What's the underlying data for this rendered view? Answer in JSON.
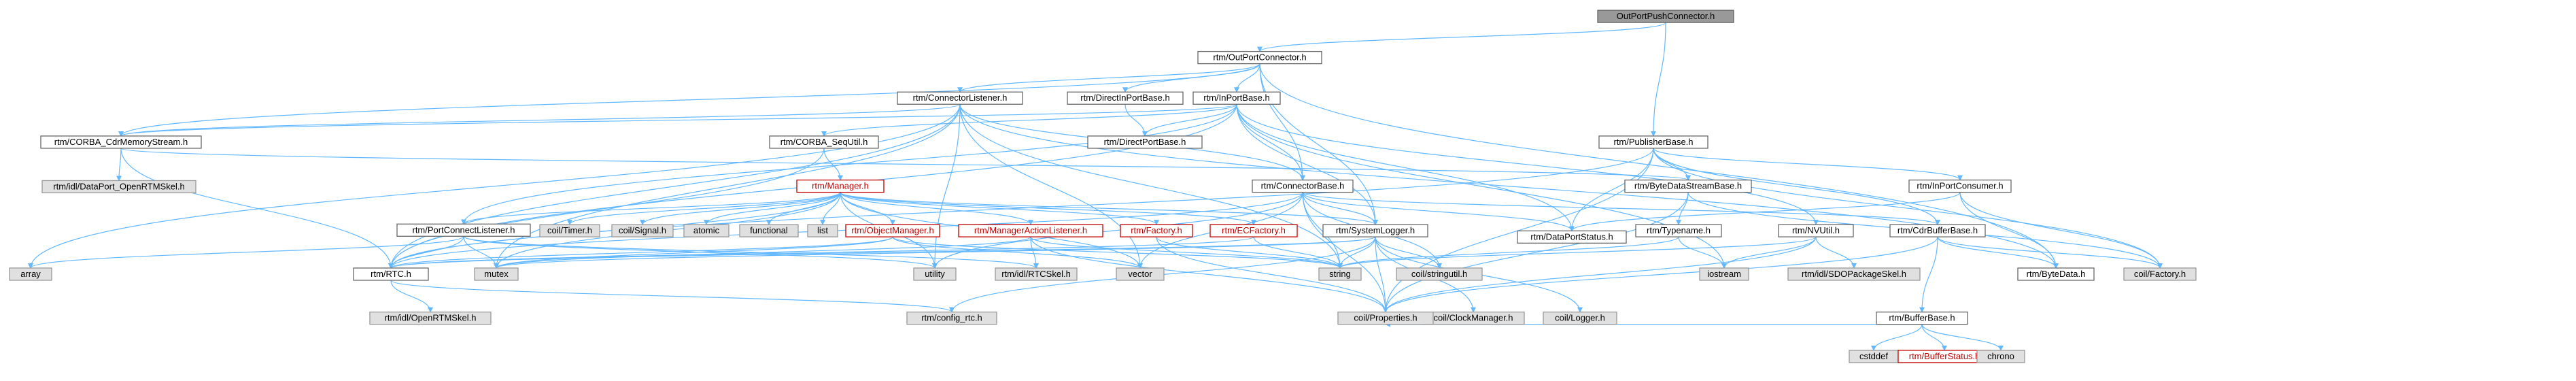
{
  "nodes": [
    {
      "id": "root",
      "label": "OutPortPushConnector.h",
      "style": "root"
    },
    {
      "id": "outportconnector",
      "label": "rtm/OutPortConnector.h",
      "style": "file"
    },
    {
      "id": "publisherbase",
      "label": "rtm/PublisherBase.h",
      "style": "file"
    },
    {
      "id": "connectorlistener",
      "label": "rtm/ConnectorListener.h",
      "style": "file"
    },
    {
      "id": "directinportbase",
      "label": "rtm/DirectInPortBase.h",
      "style": "file"
    },
    {
      "id": "inportbase",
      "label": "rtm/InPortBase.h",
      "style": "file"
    },
    {
      "id": "inportconsumer",
      "label": "rtm/InPortConsumer.h",
      "style": "file"
    },
    {
      "id": "cdrmemstream",
      "label": "rtm/CORBA_CdrMemoryStream.h",
      "style": "file"
    },
    {
      "id": "corbasequtil",
      "label": "rtm/CORBA_SeqUtil.h",
      "style": "file"
    },
    {
      "id": "directportbase",
      "label": "rtm/DirectPortBase.h",
      "style": "file"
    },
    {
      "id": "dataportskel",
      "label": "rtm/idl/DataPort_OpenRTMSkel.h",
      "style": "sys"
    },
    {
      "id": "manager",
      "label": "rtm/Manager.h",
      "style": "red"
    },
    {
      "id": "connectorbase",
      "label": "rtm/ConnectorBase.h",
      "style": "file"
    },
    {
      "id": "bytedatastreambase",
      "label": "rtm/ByteDataStreamBase.h",
      "style": "file"
    },
    {
      "id": "portconnectlistener",
      "label": "rtm/PortConnectListener.h",
      "style": "file"
    },
    {
      "id": "coiltimer",
      "label": "coil/Timer.h",
      "style": "sys"
    },
    {
      "id": "coilsignal",
      "label": "coil/Signal.h",
      "style": "sys"
    },
    {
      "id": "atomic",
      "label": "atomic",
      "style": "sys"
    },
    {
      "id": "functional",
      "label": "functional",
      "style": "sys"
    },
    {
      "id": "list",
      "label": "list",
      "style": "sys"
    },
    {
      "id": "objectmanager",
      "label": "rtm/ObjectManager.h",
      "style": "red"
    },
    {
      "id": "manageractionlistener",
      "label": "rtm/ManagerActionListener.h",
      "style": "red"
    },
    {
      "id": "factory",
      "label": "rtm/Factory.h",
      "style": "red"
    },
    {
      "id": "ecfactory",
      "label": "rtm/ECFactory.h",
      "style": "red"
    },
    {
      "id": "systemlogger",
      "label": "rtm/SystemLogger.h",
      "style": "file"
    },
    {
      "id": "dataportstatus",
      "label": "rtm/DataPortStatus.h",
      "style": "file"
    },
    {
      "id": "typename",
      "label": "rtm/Typename.h",
      "style": "file"
    },
    {
      "id": "nvutil",
      "label": "rtm/NVUtil.h",
      "style": "file"
    },
    {
      "id": "cdrbufferbase",
      "label": "rtm/CdrBufferBase.h",
      "style": "file"
    },
    {
      "id": "array",
      "label": "array",
      "style": "sys"
    },
    {
      "id": "rtmrtc",
      "label": "rtm/RTC.h",
      "style": "file"
    },
    {
      "id": "mutex",
      "label": "mutex",
      "style": "sys"
    },
    {
      "id": "utility",
      "label": "utility",
      "style": "sys"
    },
    {
      "id": "rtcskel",
      "label": "rtm/idl/RTCSkel.h",
      "style": "sys"
    },
    {
      "id": "vector",
      "label": "vector",
      "style": "sys"
    },
    {
      "id": "string",
      "label": "string",
      "style": "sys"
    },
    {
      "id": "coilstringutil",
      "label": "coil/stringutil.h",
      "style": "sys"
    },
    {
      "id": "iostream",
      "label": "iostream",
      "style": "sys"
    },
    {
      "id": "sdopackageskel",
      "label": "rtm/idl/SDOPackageSkel.h",
      "style": "sys"
    },
    {
      "id": "bytedata",
      "label": "rtm/ByteData.h",
      "style": "file"
    },
    {
      "id": "coilfactory",
      "label": "coil/Factory.h",
      "style": "sys"
    },
    {
      "id": "coilclockmanager",
      "label": "coil/ClockManager.h",
      "style": "sys"
    },
    {
      "id": "coillogger",
      "label": "coil/Logger.h",
      "style": "sys"
    },
    {
      "id": "bufferbase",
      "label": "rtm/BufferBase.h",
      "style": "file"
    },
    {
      "id": "openrtmskel",
      "label": "rtm/idl/OpenRTMSkel.h",
      "style": "sys"
    },
    {
      "id": "configrtc",
      "label": "rtm/config_rtc.h",
      "style": "sys"
    },
    {
      "id": "coilproperties",
      "label": "coil/Properties.h",
      "style": "sys"
    },
    {
      "id": "cstddef",
      "label": "cstddef",
      "style": "sys"
    },
    {
      "id": "bufferstatus",
      "label": "rtm/BufferStatus.h",
      "style": "red"
    },
    {
      "id": "chrono",
      "label": "chrono",
      "style": "sys"
    }
  ],
  "edges": [
    [
      "root",
      "outportconnector"
    ],
    [
      "root",
      "publisherbase"
    ],
    [
      "outportconnector",
      "connectorlistener"
    ],
    [
      "outportconnector",
      "directinportbase"
    ],
    [
      "outportconnector",
      "inportbase"
    ],
    [
      "outportconnector",
      "connectorbase"
    ],
    [
      "outportconnector",
      "systemlogger"
    ],
    [
      "outportconnector",
      "bytedata"
    ],
    [
      "outportconnector",
      "cdrmemstream"
    ],
    [
      "publisherbase",
      "inportconsumer"
    ],
    [
      "publisherbase",
      "bytedatastreambase"
    ],
    [
      "publisherbase",
      "dataportstatus"
    ],
    [
      "publisherbase",
      "cdrbufferbase"
    ],
    [
      "publisherbase",
      "coilproperties"
    ],
    [
      "publisherbase",
      "coilfactory"
    ],
    [
      "publisherbase",
      "rtmrtc"
    ],
    [
      "inportconsumer",
      "dataportstatus"
    ],
    [
      "inportconsumer",
      "bytedata"
    ],
    [
      "inportconsumer",
      "coilfactory"
    ],
    [
      "connectorlistener",
      "cdrmemstream"
    ],
    [
      "connectorlistener",
      "connectorbase"
    ],
    [
      "connectorlistener",
      "rtmrtc"
    ],
    [
      "connectorlistener",
      "mutex"
    ],
    [
      "connectorlistener",
      "utility"
    ],
    [
      "connectorlistener",
      "vector"
    ],
    [
      "connectorlistener",
      "string"
    ],
    [
      "connectorlistener",
      "array"
    ],
    [
      "connectorlistener",
      "bytedata"
    ],
    [
      "directinportbase",
      "directportbase"
    ],
    [
      "inportbase",
      "directportbase"
    ],
    [
      "inportbase",
      "corbasequtil"
    ],
    [
      "inportbase",
      "connectorbase"
    ],
    [
      "inportbase",
      "systemlogger"
    ],
    [
      "inportbase",
      "portconnectlistener"
    ],
    [
      "inportbase",
      "nvutil"
    ],
    [
      "inportbase",
      "cdrmemstream"
    ],
    [
      "inportbase",
      "rtmrtc"
    ],
    [
      "inportbase",
      "dataportstatus"
    ],
    [
      "inportbase",
      "iostream"
    ],
    [
      "cdrmemstream",
      "dataportskel"
    ],
    [
      "cdrmemstream",
      "bytedatastreambase"
    ],
    [
      "cdrmemstream",
      "rtmrtc"
    ],
    [
      "corbasequtil",
      "manager"
    ],
    [
      "corbasequtil",
      "rtmrtc"
    ],
    [
      "manager",
      "coiltimer"
    ],
    [
      "manager",
      "coilsignal"
    ],
    [
      "manager",
      "atomic"
    ],
    [
      "manager",
      "functional"
    ],
    [
      "manager",
      "list"
    ],
    [
      "manager",
      "objectmanager"
    ],
    [
      "manager",
      "manageractionlistener"
    ],
    [
      "manager",
      "factory"
    ],
    [
      "manager",
      "ecfactory"
    ],
    [
      "manager",
      "systemlogger"
    ],
    [
      "manager",
      "rtmrtc"
    ],
    [
      "manager",
      "mutex"
    ],
    [
      "manager",
      "vector"
    ],
    [
      "manager",
      "utility"
    ],
    [
      "manager",
      "portconnectlistener"
    ],
    [
      "connectorbase",
      "dataportstatus"
    ],
    [
      "connectorbase",
      "systemlogger"
    ],
    [
      "connectorbase",
      "cdrbufferbase"
    ],
    [
      "connectorbase",
      "coilproperties"
    ],
    [
      "connectorbase",
      "string"
    ],
    [
      "connectorbase",
      "vector"
    ],
    [
      "connectorbase",
      "coilstringutil"
    ],
    [
      "connectorbase",
      "rtmrtc"
    ],
    [
      "connectorbase",
      "utility"
    ],
    [
      "bytedatastreambase",
      "typename"
    ],
    [
      "bytedatastreambase",
      "coilproperties"
    ],
    [
      "bytedatastreambase",
      "coilfactory"
    ],
    [
      "portconnectlistener",
      "rtmrtc"
    ],
    [
      "portconnectlistener",
      "mutex"
    ],
    [
      "portconnectlistener",
      "array"
    ],
    [
      "portconnectlistener",
      "utility"
    ],
    [
      "portconnectlistener",
      "rtcskel"
    ],
    [
      "objectmanager",
      "mutex"
    ],
    [
      "objectmanager",
      "vector"
    ],
    [
      "objectmanager",
      "string"
    ],
    [
      "objectmanager",
      "rtmrtc"
    ],
    [
      "manageractionlistener",
      "rtcskel"
    ],
    [
      "manageractionlistener",
      "coilproperties"
    ],
    [
      "manageractionlistener",
      "mutex"
    ],
    [
      "manageractionlistener",
      "string"
    ],
    [
      "factory",
      "coilproperties"
    ],
    [
      "factory",
      "string"
    ],
    [
      "ecfactory",
      "rtmrtc"
    ],
    [
      "ecfactory",
      "string"
    ],
    [
      "systemlogger",
      "coilclockmanager"
    ],
    [
      "systemlogger",
      "coillogger"
    ],
    [
      "systemlogger",
      "coilstringutil"
    ],
    [
      "systemlogger",
      "coilproperties"
    ],
    [
      "systemlogger",
      "rtmrtc"
    ],
    [
      "systemlogger",
      "configrtc"
    ],
    [
      "systemlogger",
      "mutex"
    ],
    [
      "systemlogger",
      "string"
    ],
    [
      "typename",
      "iostream"
    ],
    [
      "typename",
      "string"
    ],
    [
      "nvutil",
      "sdopackageskel"
    ],
    [
      "nvutil",
      "coilproperties"
    ],
    [
      "nvutil",
      "string"
    ],
    [
      "nvutil",
      "iostream"
    ],
    [
      "cdrbufferbase",
      "bufferbase"
    ],
    [
      "cdrbufferbase",
      "bytedata"
    ],
    [
      "cdrbufferbase",
      "coilfactory"
    ],
    [
      "cdrbufferbase",
      "coilproperties"
    ],
    [
      "bufferbase",
      "cstddef"
    ],
    [
      "bufferbase",
      "bufferstatus"
    ],
    [
      "bufferbase",
      "chrono"
    ],
    [
      "bufferbase",
      "coilproperties"
    ],
    [
      "rtmrtc",
      "openrtmskel"
    ],
    [
      "rtmrtc",
      "configrtc"
    ]
  ],
  "colors": {
    "root_fill": "#999999",
    "root_stroke": "#666666",
    "file_fill": "#ffffff",
    "file_stroke": "#666666",
    "sys_fill": "#e0e0e0",
    "sys_stroke": "#999999",
    "red_stroke": "#c00000",
    "edge": "#63b8ff",
    "edge_dark": "#3a6fa8"
  }
}
